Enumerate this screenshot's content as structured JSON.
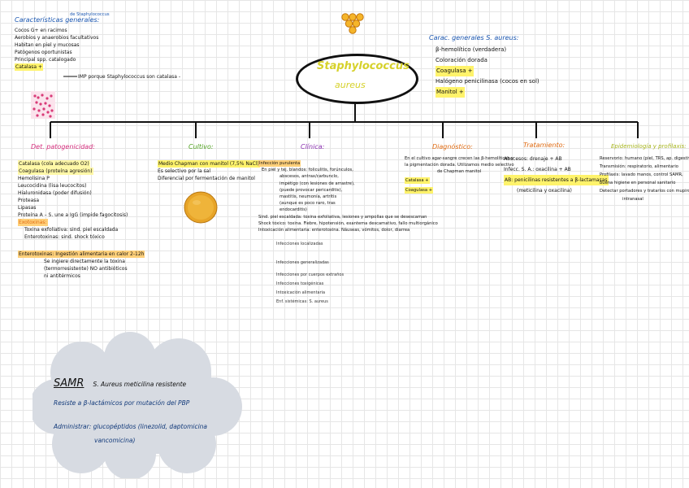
{
  "title": {
    "line1": "Staphylococcus",
    "line2": "aureus"
  },
  "general": {
    "heading": "Características generales:",
    "note": "de Staphylococcus",
    "items": [
      "Cocos G+ en racimos",
      "Aerobios y anaerobios facultativos",
      "Habitan en piel y mucosas",
      "Patógenos oportunistas",
      "Principal spp. catalogado",
      "Catalasa +"
    ],
    "arrow_note": "IMP porque Staphylococcus son catalasa -"
  },
  "aureus_general": {
    "heading": "Carac. generales S. aureus:",
    "items": [
      "β-hemolítico (verdadera)",
      "Coloración dorada",
      "Coagulasa +",
      "Halógeno penicilinasa (cocos en sol)",
      "Manitol +"
    ]
  },
  "branches": {
    "patogenicidad": {
      "heading": "Det. patogenicidad:",
      "items": [
        "Catalasa (cola adecuado O2)",
        "Coagulasa (proteína agresión)",
        "Hemolisina P",
        "Leucocidina (lisa leucocitos)",
        "Hialuronidasa (poder difusión)",
        "Proteasa",
        "Lipasas",
        "Proteína A – S. une a IgG (impide fagocitosis)",
        "Exotoxinas:",
        "Toxina exfoliativa: sind. piel escaldada",
        "Enterotoxinas: sind. shock tóxico",
        "Enterotoxinas: Ingestión alimentaria en calor 2-12h",
        "Se ingiere directamente la toxina",
        "(termorresistente) NO antibióticos",
        "ni antitérmicos"
      ]
    },
    "cultivo": {
      "heading": "Cultivo:",
      "items": [
        "Medio Chapman con manitol (7,5% NaCl)",
        "Es selectivo por la sal",
        "Diferencial por fermentación de manitol"
      ]
    },
    "clinica": {
      "heading": "Clínica:",
      "items": [
        "Infección purulenta",
        "En piel y tej. blandos: foliculitis, forúnculos,",
        "abscesos, antrax/carbunclo,",
        "impétigo (con lesiones de arrastre),",
        "(puede provocar pericarditis),",
        "mastitis, neumonía, artritis",
        "(aunque es poco raro, tras",
        "endocarditis)",
        "Sind. piel escaldada: toxina exfoliativa, lesiones y ampollas que se desescaman",
        "Shock tóxico: toxina. Fiebre, hipotensión, exantema descamativo, fallo multiorgánico",
        "Intoxicación alimentaria: enterotoxina. Náuseas, vómitos, dolor, diarrea"
      ],
      "list": [
        "Infecciones localizadas",
        "Infecciones generalizadas",
        "Infecciones por cuerpos extraños",
        "Infecciones toxigénicas",
        "Intoxicación alimentaria",
        "Enf. sistémicas: S. aureus"
      ]
    },
    "diagnostico": {
      "heading": "Diagnóstico:",
      "items": [
        "En el cultivo agar-sangre crecen las β-hemolíticas y",
        "la pigmentación dorada. Utilizamos medio selectivo",
        "de Chapman manitol",
        "Catalasa +",
        "Coagulasa +"
      ]
    },
    "tratamiento": {
      "heading": "Tratamiento:",
      "items": [
        "Abscesos: drenaje + AB",
        "Infecc. S. A.: oxacilina + AB",
        "AB: penicilinas resistentes a β-lactamasas",
        "(meticilina y oxacilina)"
      ]
    },
    "epidemiologia": {
      "heading": "Epidemiología y profilaxis:",
      "items": [
        "Reservorio: humano (piel, TRS, ap. digestivo)",
        "Transmisión: respiratorio, alimentario",
        "Profilaxis: lavado manos, control SAMR,",
        "buena higiene en personal sanitario",
        "Detectar portadores y tratarlos con mupirocina",
        "intranasal"
      ]
    }
  },
  "samr": {
    "acronym": "SAMR",
    "definition": "S. Aureus meticilina resistente",
    "line2": "Resiste a β-lactámicos por mutación del PBP",
    "line3": "Administrar: glucopéptidos (linezolid, daptomicina",
    "line4": "vancomicina)"
  },
  "colors": {
    "heading_blue": "#1a56b0",
    "heading_pink": "#d42d7c",
    "heading_green": "#4fa21f",
    "heading_purple": "#8a2fb0",
    "heading_orange": "#e06a10",
    "heading_olive": "#a7b51d",
    "oval_text": "#d6d12a",
    "cloud": "#d7dbe2",
    "cloud_text": "#123a7a"
  }
}
